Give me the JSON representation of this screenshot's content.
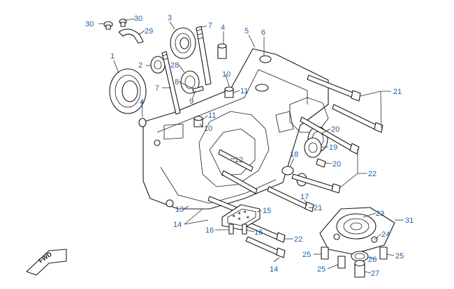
{
  "callouts": [
    {
      "id": "c30a",
      "label": "30"
    },
    {
      "id": "c30b",
      "label": "30"
    },
    {
      "id": "c29",
      "label": "29"
    },
    {
      "id": "c3",
      "label": "3"
    },
    {
      "id": "c7a",
      "label": "7"
    },
    {
      "id": "c4",
      "label": "4"
    },
    {
      "id": "c5",
      "label": "5"
    },
    {
      "id": "c6",
      "label": "6"
    },
    {
      "id": "c1",
      "label": "1"
    },
    {
      "id": "c2",
      "label": "2"
    },
    {
      "id": "c28",
      "label": "28"
    },
    {
      "id": "c10a",
      "label": "10"
    },
    {
      "id": "c11a",
      "label": "11"
    },
    {
      "id": "c7b",
      "label": "7"
    },
    {
      "id": "c8",
      "label": "8"
    },
    {
      "id": "c9",
      "label": "9"
    },
    {
      "id": "c21a",
      "label": "21"
    },
    {
      "id": "c4b",
      "label": "4"
    },
    {
      "id": "c11b",
      "label": "11"
    },
    {
      "id": "c10b",
      "label": "10"
    },
    {
      "id": "c20a",
      "label": "20"
    },
    {
      "id": "c19",
      "label": "19"
    },
    {
      "id": "c18",
      "label": "18"
    },
    {
      "id": "c20b",
      "label": "20"
    },
    {
      "id": "c12",
      "label": "12"
    },
    {
      "id": "c22a",
      "label": "22"
    },
    {
      "id": "c17",
      "label": "17"
    },
    {
      "id": "c21b",
      "label": "21"
    },
    {
      "id": "c13",
      "label": "13"
    },
    {
      "id": "c15",
      "label": "15"
    },
    {
      "id": "c14a",
      "label": "14"
    },
    {
      "id": "c16a",
      "label": "16"
    },
    {
      "id": "c16b",
      "label": "16"
    },
    {
      "id": "c22b",
      "label": "22"
    },
    {
      "id": "c23",
      "label": "23"
    },
    {
      "id": "c31",
      "label": "31"
    },
    {
      "id": "c24",
      "label": "24"
    },
    {
      "id": "c25a",
      "label": "25"
    },
    {
      "id": "c26",
      "label": "26"
    },
    {
      "id": "c25b",
      "label": "25"
    },
    {
      "id": "c25c",
      "label": "25"
    },
    {
      "id": "c27",
      "label": "27"
    },
    {
      "id": "c14b",
      "label": "14"
    }
  ],
  "fwd_badge": {
    "text": "FWD"
  },
  "colors": {
    "callout": "#1f5fa8",
    "line": "#1a1a1a"
  }
}
